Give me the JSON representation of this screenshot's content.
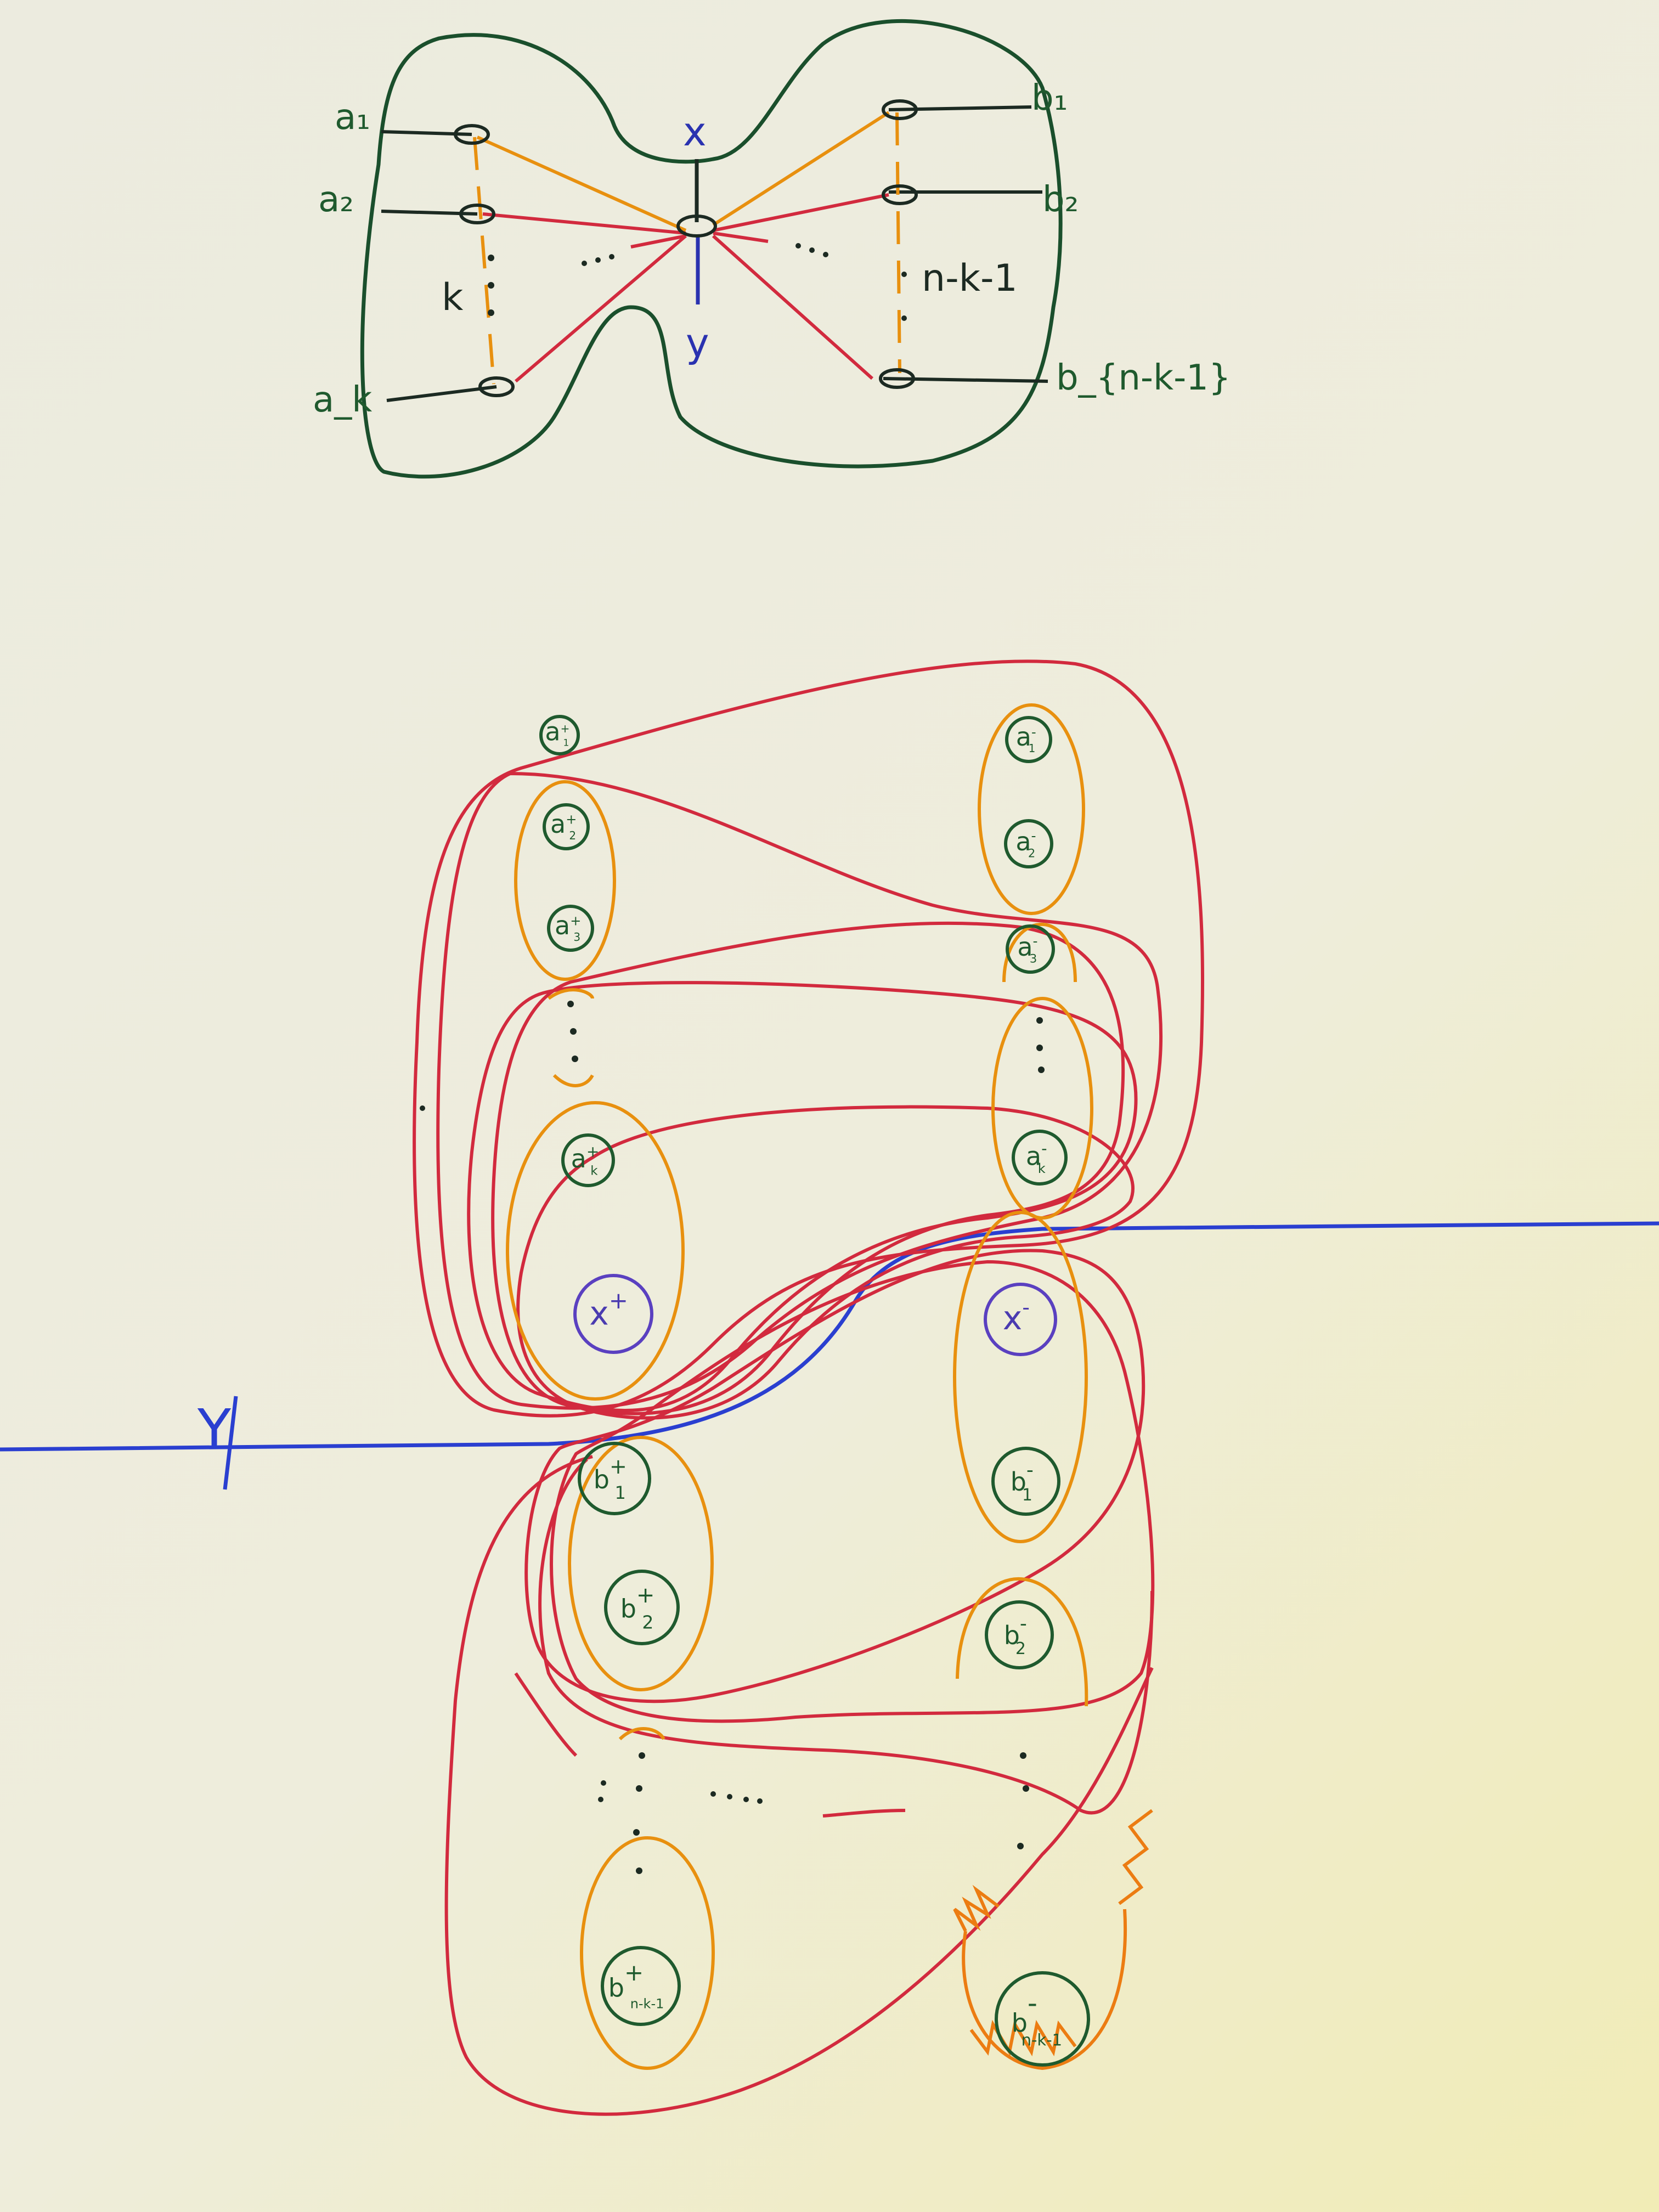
{
  "top_diagram": {
    "left_labels": [
      "a₁",
      "a₂",
      "a_k"
    ],
    "right_labels": [
      "b₁",
      "b₂",
      "b_{n-k-1}"
    ],
    "center_top": "x",
    "center_bottom": "y",
    "left_count": "k",
    "right_count": "n-k-1"
  },
  "bottom_diagram": {
    "axis_label": "Y",
    "left_nodes": [
      {
        "base": "a",
        "sup": "+",
        "sub": "1"
      },
      {
        "base": "a",
        "sup": "+",
        "sub": "2"
      },
      {
        "base": "a",
        "sup": "+",
        "sub": "3"
      },
      {
        "base": "a",
        "sup": "+",
        "sub": "k"
      },
      {
        "base": "x",
        "sup": "+",
        "sub": ""
      },
      {
        "base": "b",
        "sup": "+",
        "sub": "1"
      },
      {
        "base": "b",
        "sup": "+",
        "sub": "2"
      },
      {
        "base": "b",
        "sup": "+",
        "sub": "n-k-1"
      }
    ],
    "right_nodes": [
      {
        "base": "a",
        "sup": "-",
        "sub": "1"
      },
      {
        "base": "a",
        "sup": "-",
        "sub": "2"
      },
      {
        "base": "a",
        "sup": "-",
        "sub": "3"
      },
      {
        "base": "a",
        "sup": "-",
        "sub": "k"
      },
      {
        "base": "x",
        "sup": "-",
        "sub": ""
      },
      {
        "base": "b",
        "sup": "-",
        "sub": "1"
      },
      {
        "base": "b",
        "sup": "-",
        "sub": "2"
      },
      {
        "base": "b",
        "sup": "-",
        "sub": "n-k-1"
      }
    ]
  },
  "colors": {
    "green": "#1f5a2e",
    "black": "#1c2a22",
    "orange": "#e8900f",
    "red": "#d22a3e",
    "blue": "#2a3fd0",
    "purple": "#5a40c0"
  }
}
